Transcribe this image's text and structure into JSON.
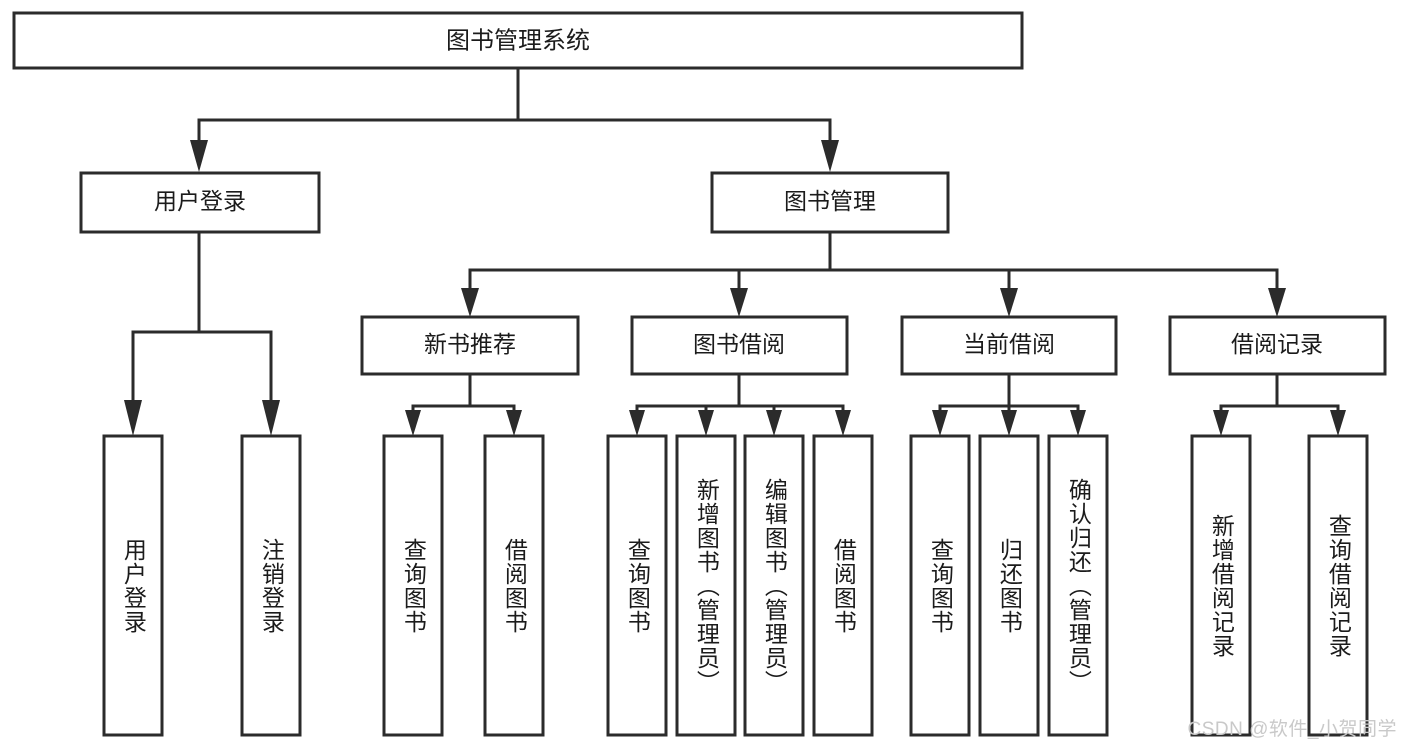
{
  "diagram": {
    "type": "tree",
    "title": "图书管理系统",
    "orientation": "top-down",
    "colors": {
      "background": "#ffffff",
      "box_fill": "#ffffff",
      "box_stroke": "#2b2b2b",
      "connector": "#2b2b2b",
      "text": "#1b1b1b",
      "watermark": "#c9c9c9"
    },
    "root": {
      "label": "图书管理系统"
    },
    "level1": [
      {
        "label": "用户登录"
      },
      {
        "label": "图书管理"
      }
    ],
    "level2": [
      {
        "label": "新书推荐"
      },
      {
        "label": "图书借阅"
      },
      {
        "label": "当前借阅"
      },
      {
        "label": "借阅记录"
      }
    ],
    "leaves": {
      "user_login": [
        {
          "label": "用户登录"
        },
        {
          "label": "注销登录"
        }
      ],
      "new_book_recommend": [
        {
          "label": "查询图书"
        },
        {
          "label": "借阅图书"
        }
      ],
      "book_borrow": [
        {
          "label": "查询图书"
        },
        {
          "label": "新增图书（管理员）"
        },
        {
          "label": "编辑图书（管理员）"
        },
        {
          "label": "借阅图书"
        }
      ],
      "current_borrow": [
        {
          "label": "查询图书"
        },
        {
          "label": "归还图书"
        },
        {
          "label": "确认归还（管理员）"
        }
      ],
      "borrow_record": [
        {
          "label": "新增借阅记录"
        },
        {
          "label": "查询借阅记录"
        }
      ]
    }
  },
  "watermark": {
    "text": "CSDN @软件_小贺同学"
  }
}
